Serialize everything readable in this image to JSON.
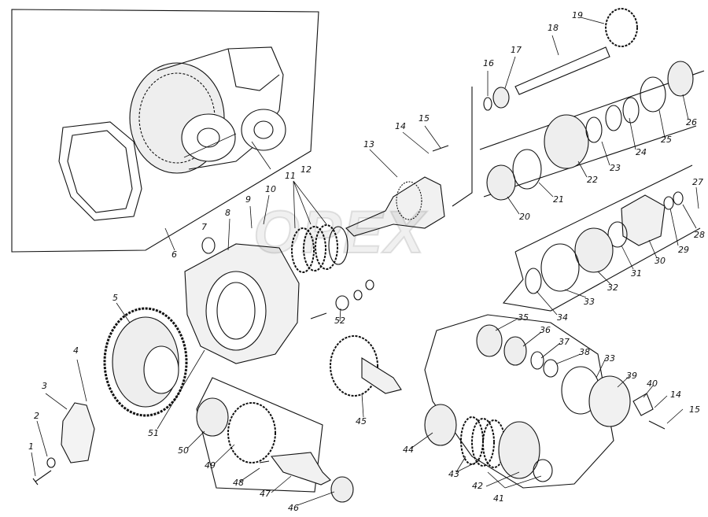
{
  "diagram": {
    "watermark": "OPEX",
    "labels": [
      {
        "id": "1",
        "text": "1"
      },
      {
        "id": "2",
        "text": "2"
      },
      {
        "id": "3",
        "text": "3"
      },
      {
        "id": "4",
        "text": "4"
      },
      {
        "id": "5",
        "text": "5"
      },
      {
        "id": "6",
        "text": "6"
      },
      {
        "id": "7",
        "text": "7"
      },
      {
        "id": "8",
        "text": "8"
      },
      {
        "id": "9",
        "text": "9"
      },
      {
        "id": "10",
        "text": "10"
      },
      {
        "id": "11",
        "text": "11"
      },
      {
        "id": "12",
        "text": "12"
      },
      {
        "id": "13",
        "text": "13"
      },
      {
        "id": "14a",
        "text": "14"
      },
      {
        "id": "15a",
        "text": "15"
      },
      {
        "id": "16",
        "text": "16"
      },
      {
        "id": "17",
        "text": "17"
      },
      {
        "id": "18",
        "text": "18"
      },
      {
        "id": "19",
        "text": "19"
      },
      {
        "id": "20",
        "text": "20"
      },
      {
        "id": "21",
        "text": "21"
      },
      {
        "id": "22",
        "text": "22"
      },
      {
        "id": "23",
        "text": "23"
      },
      {
        "id": "24",
        "text": "24"
      },
      {
        "id": "25",
        "text": "25"
      },
      {
        "id": "26",
        "text": "26"
      },
      {
        "id": "27",
        "text": "27"
      },
      {
        "id": "28",
        "text": "28"
      },
      {
        "id": "29",
        "text": "29"
      },
      {
        "id": "30",
        "text": "30"
      },
      {
        "id": "31",
        "text": "31"
      },
      {
        "id": "32",
        "text": "32"
      },
      {
        "id": "33a",
        "text": "33"
      },
      {
        "id": "34",
        "text": "34"
      },
      {
        "id": "35",
        "text": "35"
      },
      {
        "id": "36",
        "text": "36"
      },
      {
        "id": "37",
        "text": "37"
      },
      {
        "id": "38",
        "text": "38"
      },
      {
        "id": "33b",
        "text": "33"
      },
      {
        "id": "39",
        "text": "39"
      },
      {
        "id": "40",
        "text": "40"
      },
      {
        "id": "14b",
        "text": "14"
      },
      {
        "id": "15b",
        "text": "15"
      },
      {
        "id": "41",
        "text": "41"
      },
      {
        "id": "42",
        "text": "42"
      },
      {
        "id": "43",
        "text": "43"
      },
      {
        "id": "44",
        "text": "44"
      },
      {
        "id": "45",
        "text": "45"
      },
      {
        "id": "46",
        "text": "46"
      },
      {
        "id": "47",
        "text": "47"
      },
      {
        "id": "48",
        "text": "48"
      },
      {
        "id": "49",
        "text": "49"
      },
      {
        "id": "50",
        "text": "50"
      },
      {
        "id": "51",
        "text": "51"
      },
      {
        "id": "52",
        "text": "52"
      }
    ]
  }
}
